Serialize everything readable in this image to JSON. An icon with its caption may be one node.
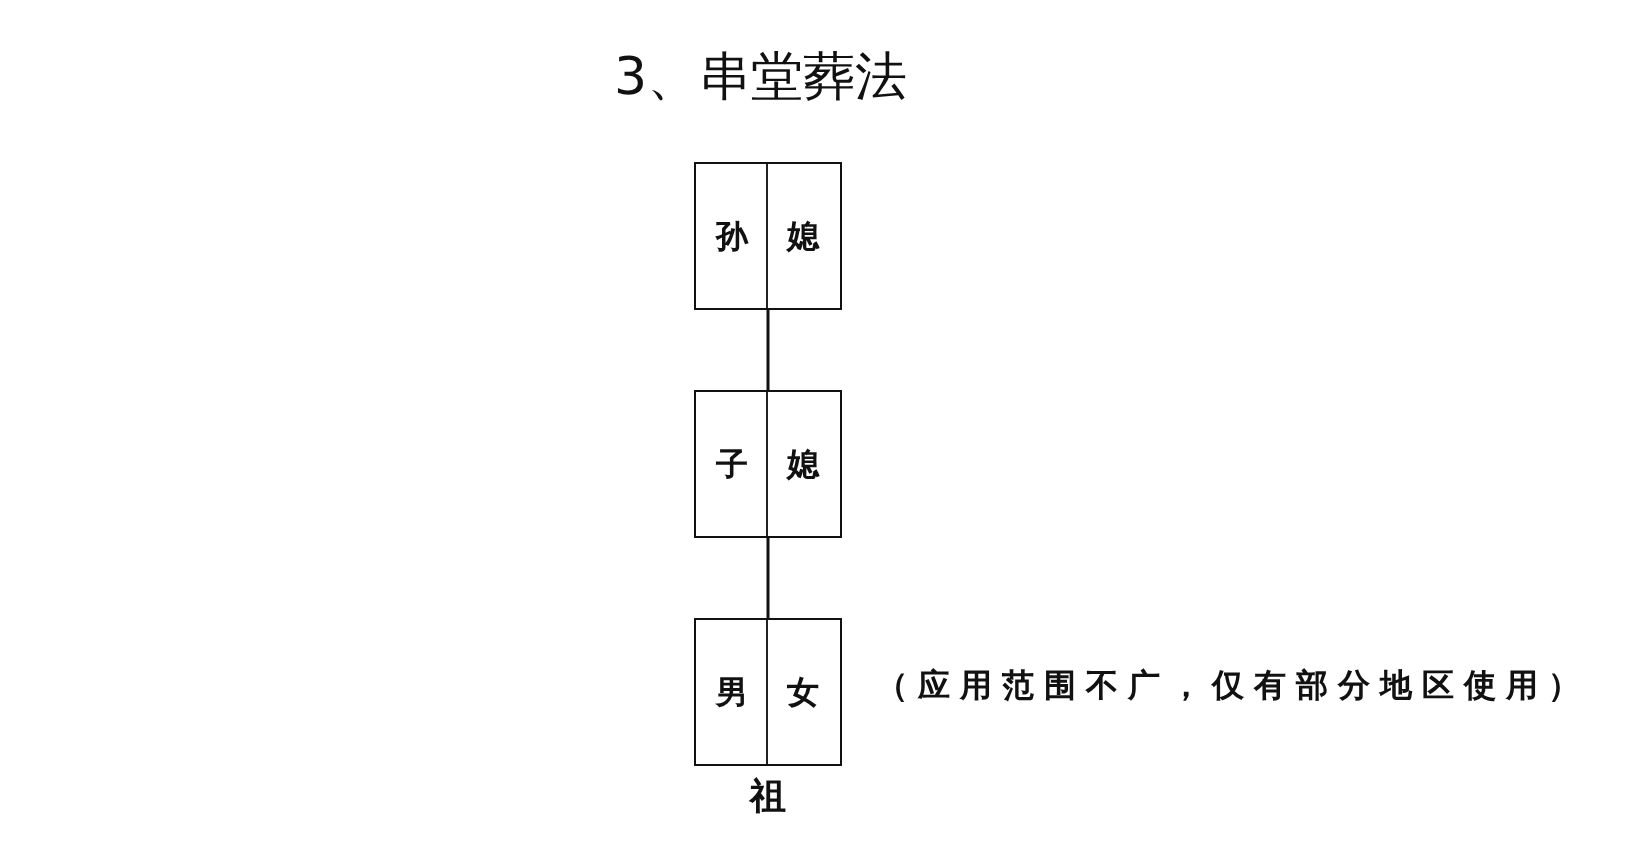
{
  "diagram": {
    "title": "3、串堂葬法",
    "nodes": [
      {
        "text": [
          "孙",
          "媳"
        ]
      },
      {
        "text": [
          "子",
          "媳"
        ]
      },
      {
        "text": [
          "男",
          "女"
        ],
        "beside": [
          "祖"
        ]
      }
    ],
    "edges": [
      {
        "from": 0,
        "to": 1,
        "arrow": "none"
      },
      {
        "from": 1,
        "to": 2,
        "arrow": "none"
      }
    ],
    "labels": [
      "（应用范围不广，仅有部分地区使用）"
    ]
  }
}
